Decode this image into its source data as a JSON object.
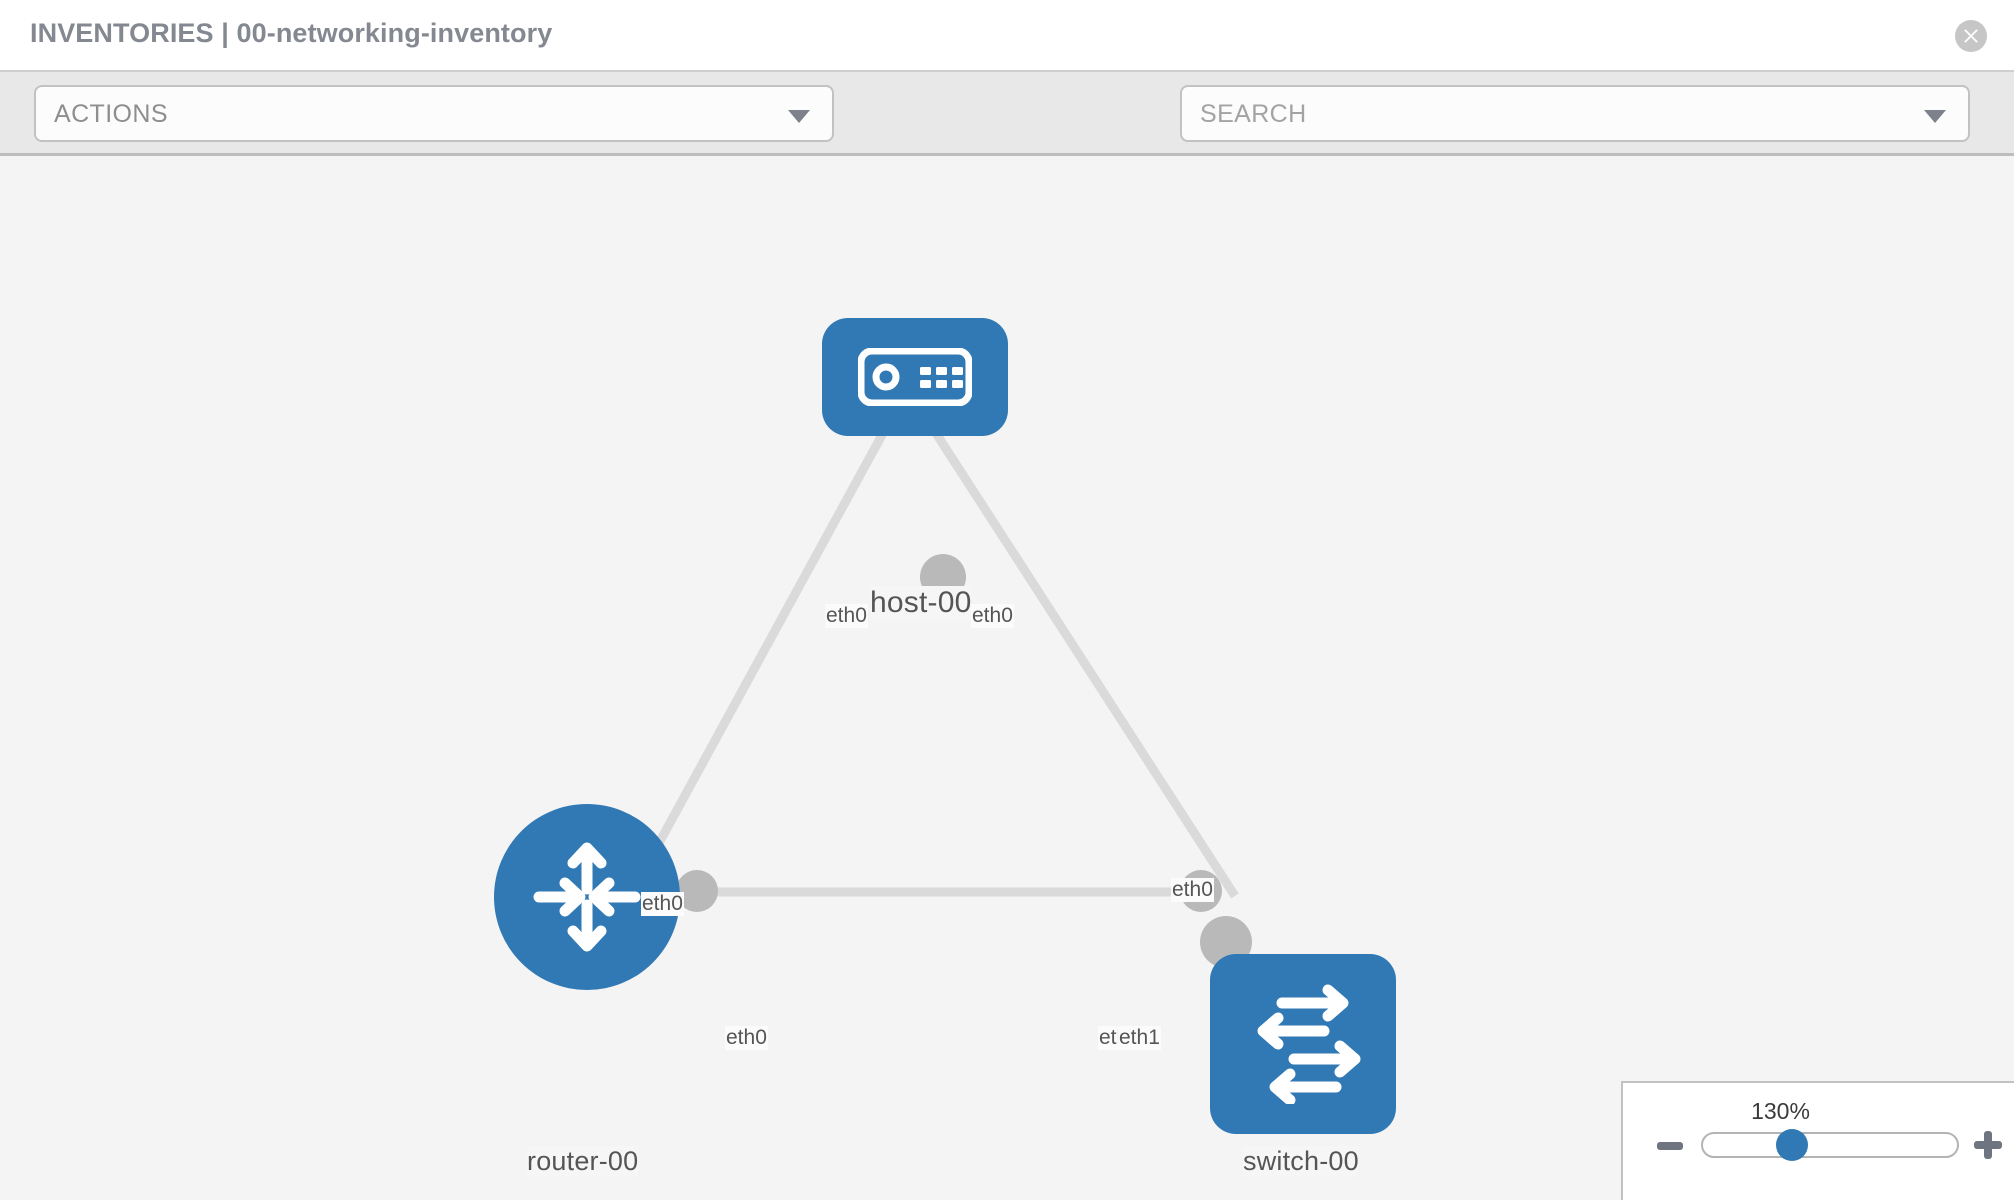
{
  "header": {
    "title": "INVENTORIES | 00-networking-inventory",
    "close_icon": "close-circle-icon"
  },
  "toolbar": {
    "actions_label": "ACTIONS",
    "actions_caret_icon": "chevron-down-icon",
    "wrench_icon": "wrench-icon",
    "key_icon": "key-icon",
    "search_placeholder": "SEARCH",
    "search_caret_icon": "chevron-down-icon"
  },
  "topology": {
    "nodes": [
      {
        "id": "host-00",
        "label": "host-00",
        "icon": "server-icon",
        "color": "#3179b4"
      },
      {
        "id": "router-00",
        "label": "router-00",
        "icon": "router-arrows-icon",
        "color": "#3179b4"
      },
      {
        "id": "switch-00",
        "label": "switch-00",
        "icon": "switch-arrows-icon",
        "color": "#3179b4"
      }
    ],
    "edges": [
      {
        "from": "host-00",
        "to": "router-00",
        "from_label": "eth0",
        "to_label": "eth0"
      },
      {
        "from": "host-00",
        "to": "switch-00",
        "from_label": "eth0",
        "to_label": "eth0"
      },
      {
        "from": "router-00",
        "to": "switch-00",
        "from_label": "eth0",
        "to_label": "eth1",
        "to_label_overlap": "eth"
      }
    ],
    "labels": {
      "host_left_iface": "eth0",
      "host_right_iface": "eth0",
      "host_name": "host-00",
      "router_up_iface": "eth0",
      "switch_up_iface": "eth0",
      "router_right_iface": "eth0",
      "switch_left_iface_a": "eth",
      "switch_left_iface_b": "eth1",
      "router_name": "router-00",
      "switch_name": "switch-00"
    }
  },
  "zoom_control": {
    "value": "130%",
    "minus_label": "−",
    "plus_label": "+"
  }
}
